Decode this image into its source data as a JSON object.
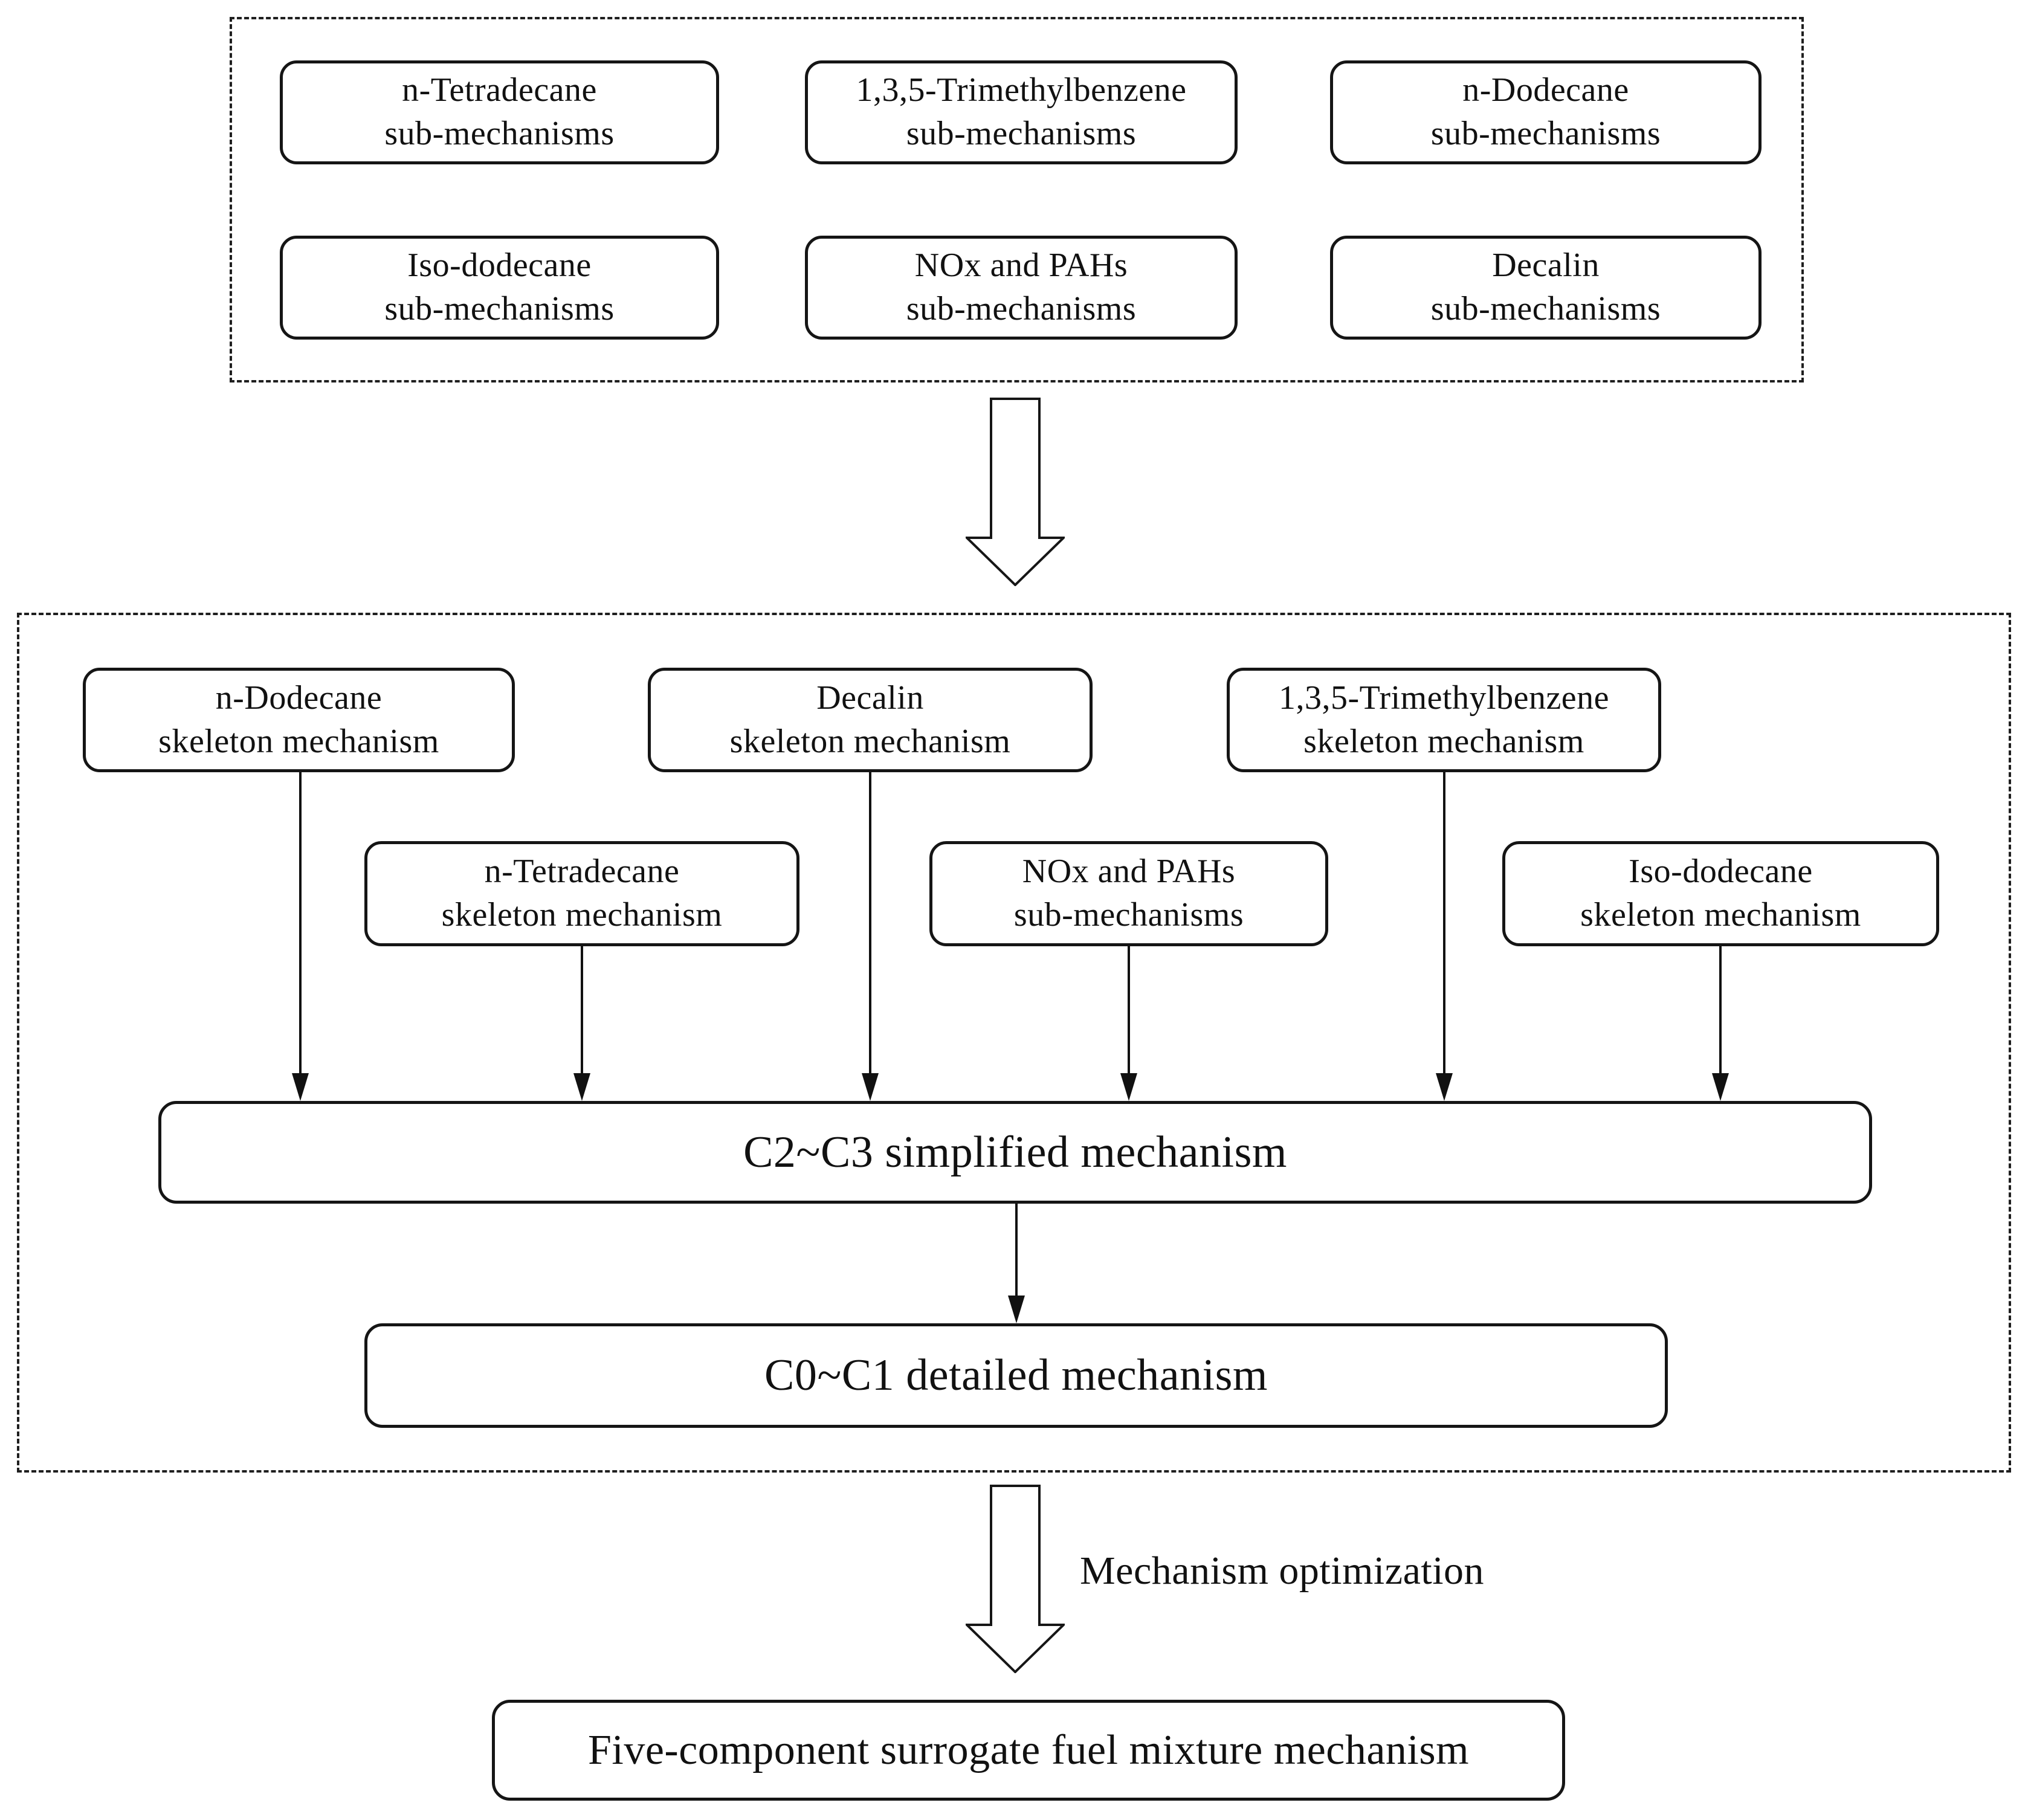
{
  "diagram": {
    "sub_mechanism_panel": {
      "boxes": [
        {
          "line1": "n-Tetradecane",
          "line2": "sub-mechanisms"
        },
        {
          "line1": "1,3,5-Trimethylbenzene",
          "line2": "sub-mechanisms"
        },
        {
          "line1": "n-Dodecane",
          "line2": "sub-mechanisms"
        },
        {
          "line1": "Iso-dodecane",
          "line2": "sub-mechanisms"
        },
        {
          "line1": "NOx and PAHs",
          "line2": "sub-mechanisms"
        },
        {
          "line1": "Decalin",
          "line2": "sub-mechanisms"
        }
      ]
    },
    "skeleton_panel": {
      "boxes": [
        {
          "line1": "n-Dodecane",
          "line2": "skeleton mechanism"
        },
        {
          "line1": "Decalin",
          "line2": "skeleton mechanism"
        },
        {
          "line1": "1,3,5-Trimethylbenzene",
          "line2": "skeleton mechanism"
        },
        {
          "line1": "n-Tetradecane",
          "line2": "skeleton mechanism"
        },
        {
          "line1": "NOx and PAHs",
          "line2": "sub-mechanisms"
        },
        {
          "line1": "Iso-dodecane",
          "line2": "skeleton mechanism"
        }
      ],
      "simplified_label": "C2~C3 simplified mechanism",
      "detailed_label": "C0~C1 detailed mechanism"
    },
    "optimization_label": "Mechanism optimization",
    "final_label": "Five-component surrogate fuel mixture mechanism",
    "colors": {
      "line": "#161616",
      "background": "#ffffff"
    }
  }
}
